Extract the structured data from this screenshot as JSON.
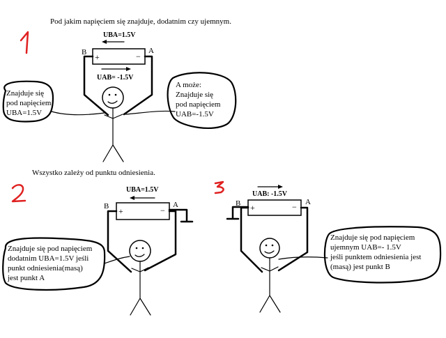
{
  "header": {
    "question": "Pod jakim napięciem się znajduje, dodatnim czy ujemnym.",
    "note": "Wszystko zależy od punktu odniesienia."
  },
  "panel1": {
    "number": "1",
    "uba_label": "UBA=1.5V",
    "uab_label": "UAB= -1.5V",
    "terminal_b": "B",
    "terminal_a": "A",
    "plus": "+",
    "minus": "−",
    "left_bubble": [
      "Znajduje się",
      "pod napięciem",
      "UBA=1.5V"
    ],
    "right_bubble": [
      "A może:",
      "Znajduje się",
      "pod napięciem",
      "UAB=-1.5V"
    ]
  },
  "panel2": {
    "number": "2",
    "uba_label": "UBA=1.5V",
    "terminal_b": "B",
    "terminal_a": "A",
    "plus": "+",
    "minus": "−",
    "bubble": [
      "Znajduje się pod napięciem",
      "dodatnim UBA=1.5V jeśli",
      "punkt odniesienia(masą)",
      "jest punkt A"
    ]
  },
  "panel3": {
    "number": "3",
    "uab_label": "UAB: -1.5V",
    "terminal_b": "B",
    "terminal_a": "A",
    "plus": "+",
    "minus": "−",
    "bubble": [
      "Znajduje się pod napięciem",
      "ujemnym UAB=- 1.5V",
      "jeśli punktem odniesienia jest",
      "(masą) jest punkt B"
    ]
  }
}
